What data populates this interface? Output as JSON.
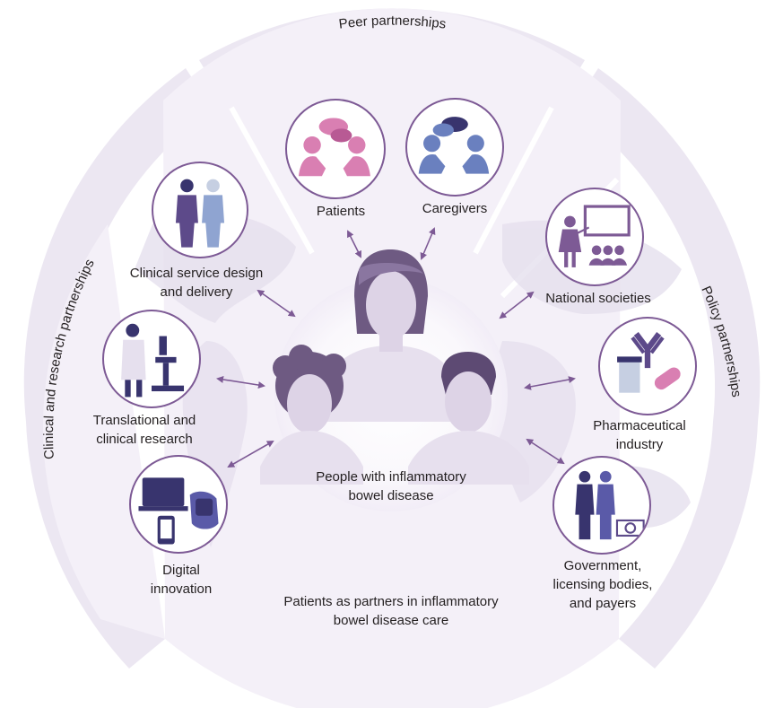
{
  "arcs": {
    "peer": "Peer partnerships",
    "clinical": "Clinical and research partnerships",
    "policy": "Policy partnerships"
  },
  "center": {
    "people": [
      "People with inflammatory",
      "bowel disease"
    ]
  },
  "bottom_caption": [
    "Patients as partners in inflammatory",
    "bowel disease care"
  ],
  "nodes": {
    "patients": "Patients",
    "caregivers": "Caregivers",
    "clinical_service": [
      "Clinical service design",
      "and delivery"
    ],
    "translational": [
      "Translational and",
      "clinical research"
    ],
    "digital": [
      "Digital",
      "innovation"
    ],
    "national": "National societies",
    "pharma": [
      "Pharmaceutical",
      "industry"
    ],
    "government": [
      "Government,",
      "licensing bodies,",
      "and payers"
    ]
  },
  "colors": {
    "outer_ring": "#ece7f2",
    "inner_ring": "#f4f0f8",
    "accent": "#7d5a95",
    "pink": "#d97fb2",
    "blue": "#6a80bf",
    "navy": "#38346e"
  }
}
